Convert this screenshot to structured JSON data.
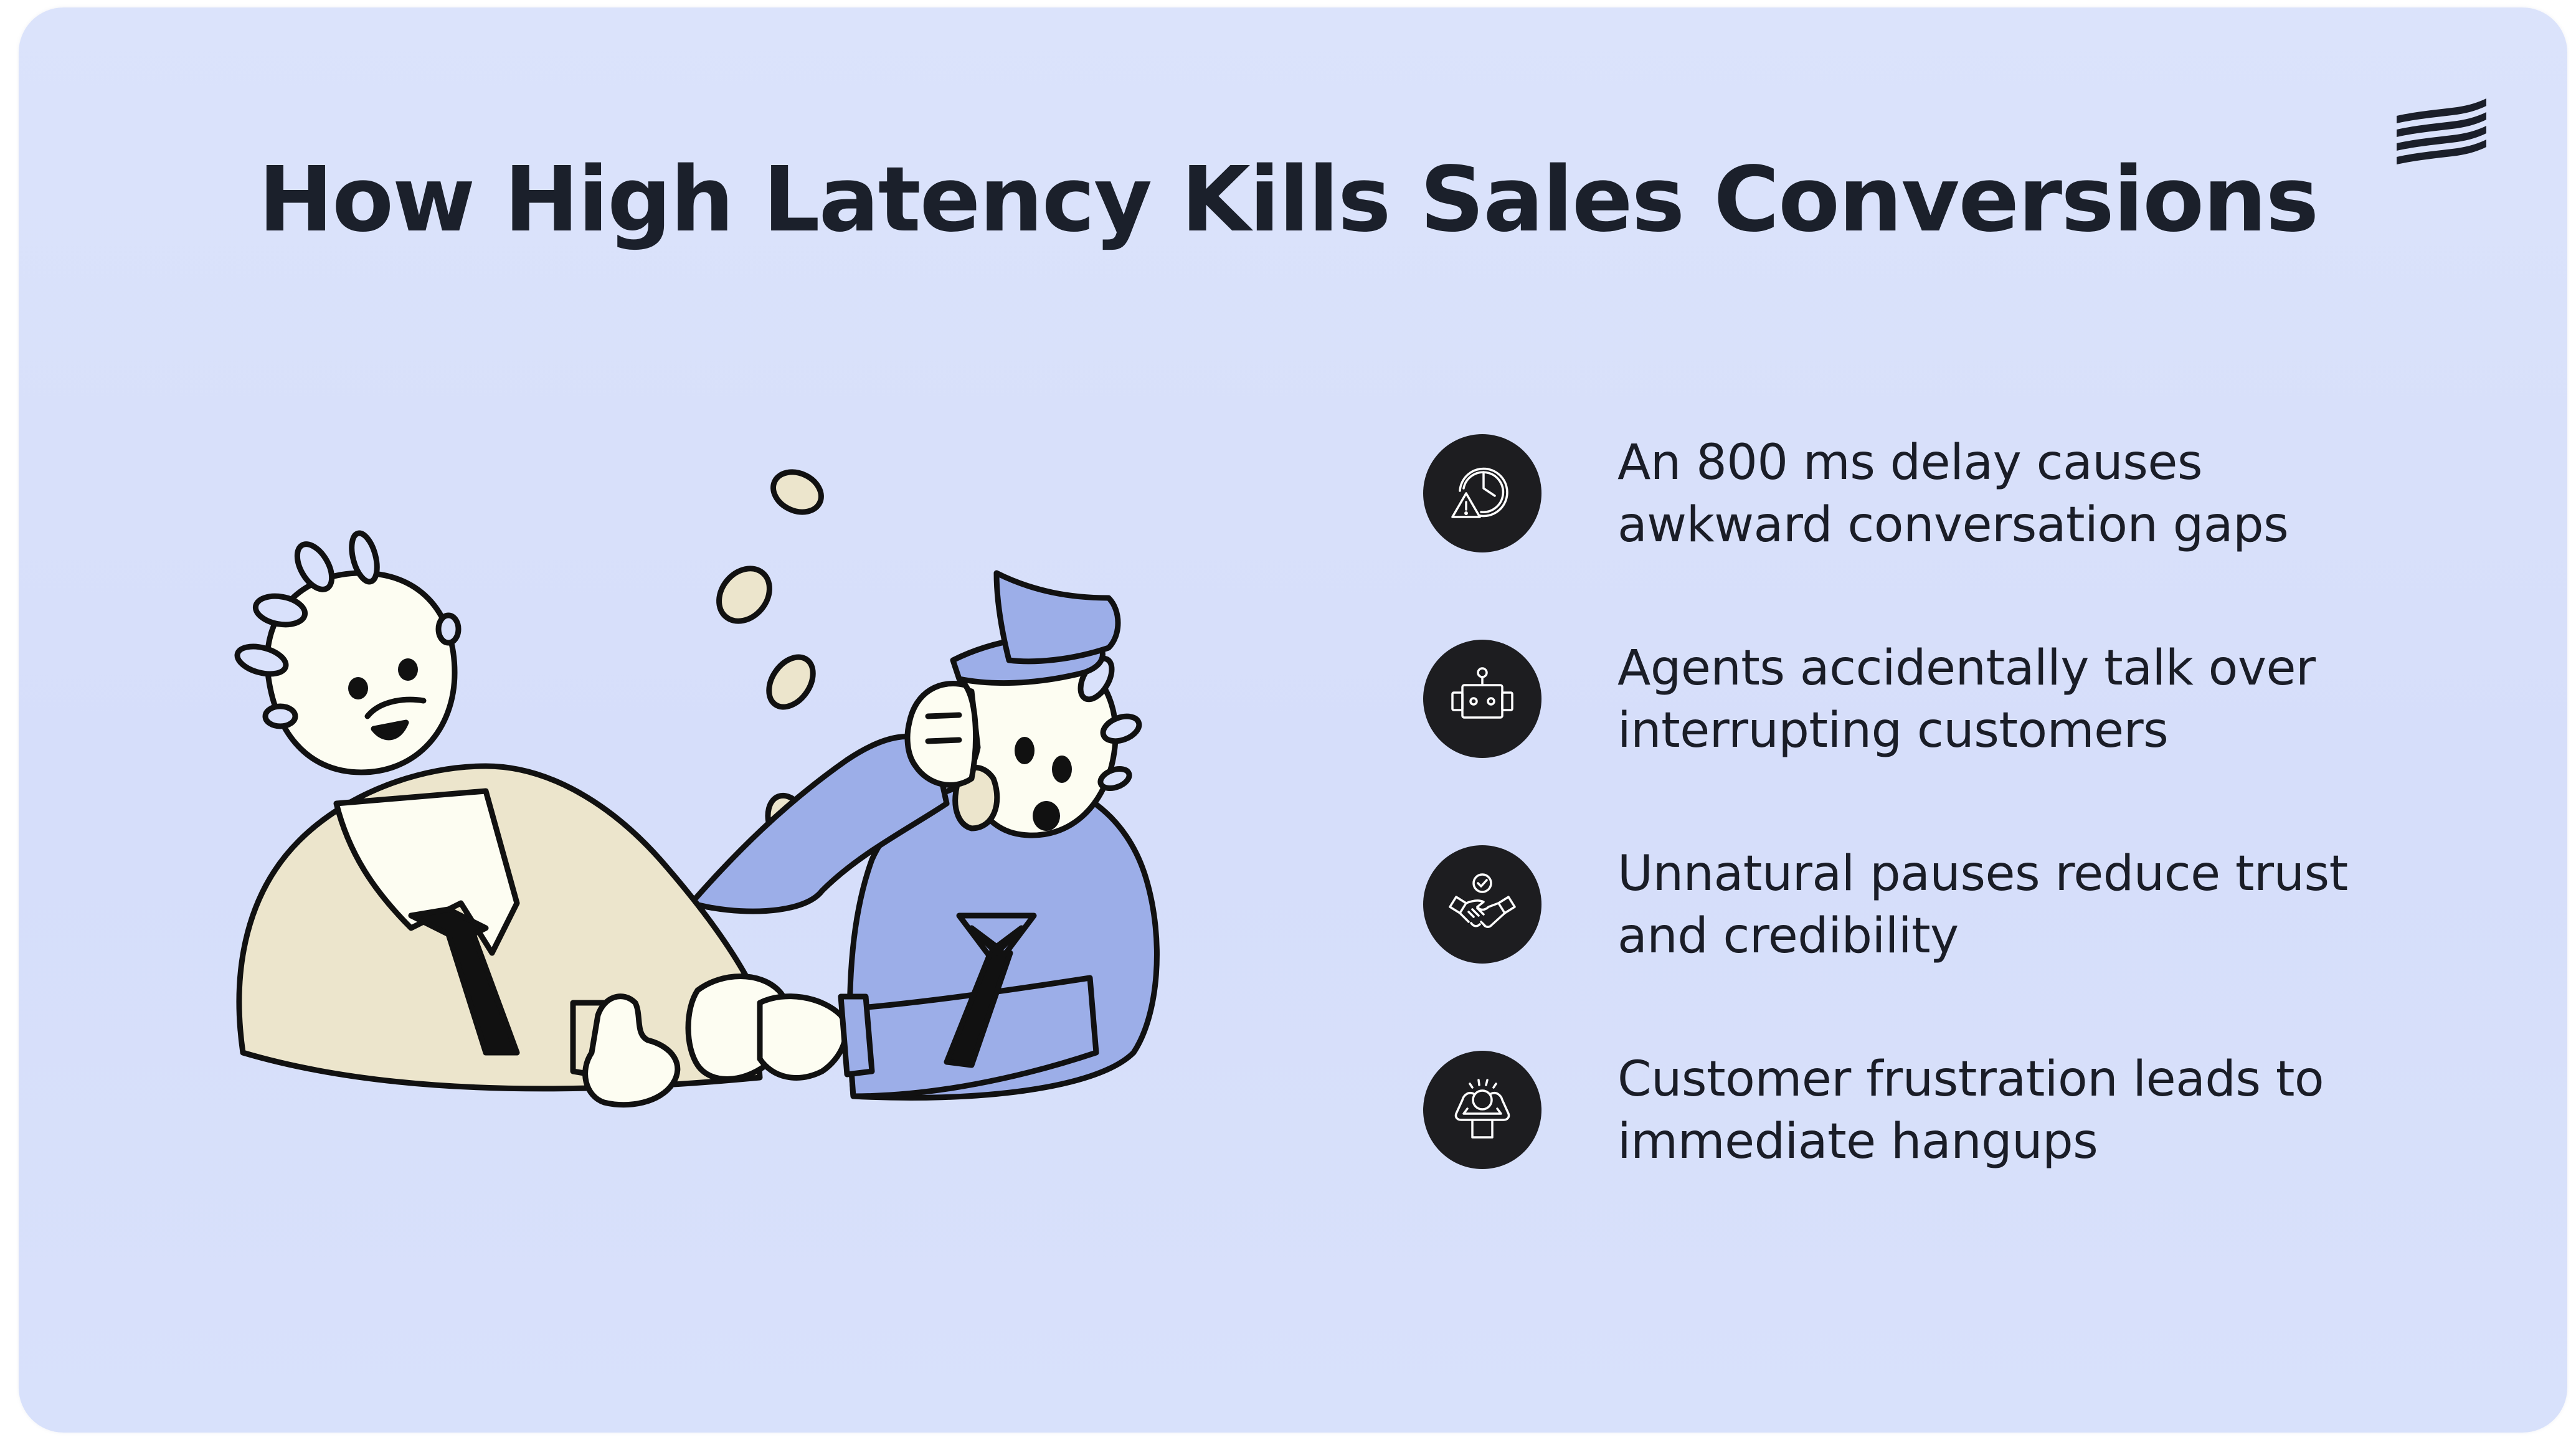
{
  "title": "How High Latency Kills Sales Conversions",
  "logo": {
    "icon": "wavy-stripes-logo-icon",
    "stripe_count": 4
  },
  "illustration": {
    "description": "Two cartoon businessmen shaking hands; one in a beige suit giving a thumbs up, the other in a blue suit and cap holding a phone, with coins falling",
    "colors": {
      "beige_suit": "#ece5cc",
      "blue_suit": "#9caee8",
      "skin": "#fdfdf2",
      "outline": "#111111",
      "coin": "#ece5cc"
    }
  },
  "points": [
    {
      "icon": "clock-warning-icon",
      "line1": "An 800 ms delay causes",
      "line2": "awkward conversation gaps"
    },
    {
      "icon": "robot-icon",
      "line1": "Agents accidentally talk over",
      "line2": "interrupting customers"
    },
    {
      "icon": "handshake-check-icon",
      "line1": "Unnatural pauses reduce trust",
      "line2": "and credibility"
    },
    {
      "icon": "frustrated-person-icon",
      "line1": "Customer frustration leads to",
      "line2": "immediate hangups"
    }
  ],
  "colors": {
    "background": "#d9e1fb",
    "title": "#1b202b",
    "icon_circle": "#1d1d20",
    "icon_stroke": "#ffffff",
    "body_text": "#1a1d27"
  }
}
